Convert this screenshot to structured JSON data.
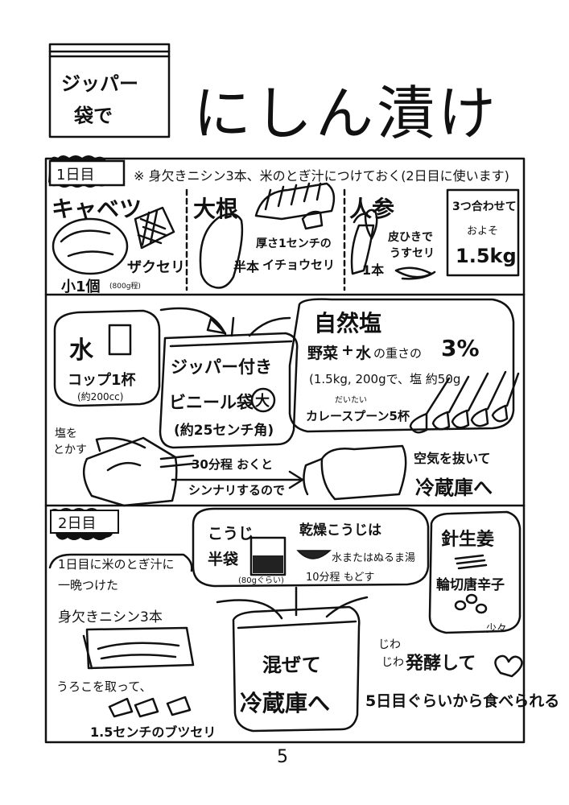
{
  "header": {
    "tag_line1": "ジッパー",
    "tag_line2": "袋で",
    "title": "にしん漬け"
  },
  "day1": {
    "label": "1日目",
    "note": "※ 身欠きニシン3本、米のとぎ汁につけておく(2日目に使います)",
    "cabbage": {
      "name": "キャベツ",
      "cut": "ザクセリ",
      "amount": "小1個",
      "amount_sub": "(800g程)"
    },
    "daikon": {
      "name": "大根",
      "cut_line1": "厚さ1センチの",
      "cut_line2": "イチョウセリ",
      "amount": "半本"
    },
    "carrot": {
      "name": "人参",
      "cut_line1": "皮ひきで",
      "cut_line2": "うすセリ",
      "amount": "1本"
    },
    "total": {
      "line1": "3つ合わせて",
      "line2": "およそ",
      "value": "1.5kg"
    },
    "water": {
      "name": "水",
      "amount": "コップ1杯",
      "amount_sub": "(約200cc)"
    },
    "bag": {
      "line1": "ジッパー付き",
      "line2": "ビニール袋",
      "size_mark": "大",
      "line3": "(約25センチ角)"
    },
    "salt": {
      "title": "自然塩",
      "formula_a": "野菜",
      "formula_plus": "+",
      "formula_b": "水",
      "formula_mid": "の重さの",
      "percent": "3%",
      "calc": "(1.5kg, 200gで、塩 約50g",
      "approx": "だいたい",
      "spoons": "カレースプーン5杯"
    },
    "dissolve_line1": "塩を",
    "dissolve_line2": "とかす",
    "wait_line1": "30分程 おくと",
    "wait_line2": "シンナリするので",
    "fridge_line1": "空気を抜いて",
    "fridge_line2": "冷蔵庫へ"
  },
  "day2": {
    "label": "2日目",
    "herring_note_line1": "1日目に米のとぎ汁に",
    "herring_note_line2": "一晩つけた",
    "herring_name": "身欠きニシン3本",
    "scale_line": "うろこを取って、",
    "cut": "1.5センチのブツセリ",
    "koji": {
      "name_line1": "こうじ",
      "name_line2": "半袋",
      "weight": "(80gぐらい)",
      "dry": "乾燥こうじは",
      "water": "水またはぬるま湯",
      "time": "10分程 もどす"
    },
    "ginger": "針生姜",
    "chili": "輪切唐辛子",
    "little": "少々",
    "mix_line1": "混ぜて",
    "mix_line2": "冷蔵庫へ",
    "ferment_small1": "じわ",
    "ferment_small2": "じわ",
    "ferment": "発酵して",
    "eat": "5日目ぐらいから食べられる"
  },
  "page_number": "5",
  "colors": {
    "ink": "#111111",
    "paper": "#ffffff"
  }
}
